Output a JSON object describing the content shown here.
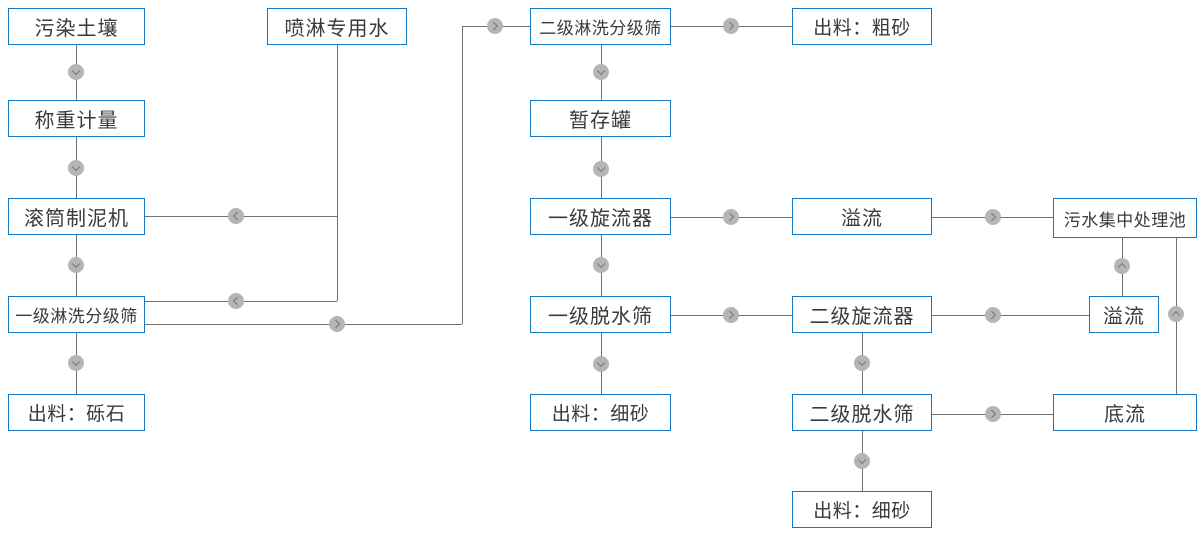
{
  "colors": {
    "node_border": "#1779c4",
    "node_text": "#3a3a3a",
    "connector_line": "#707070",
    "arrow_circle_fill": "#b5b5b5",
    "arrow_chevron": "#757575",
    "background": "#ffffff"
  },
  "nodes": {
    "soil": {
      "label": "污染土壤"
    },
    "spray_water": {
      "label": "喷淋专用水"
    },
    "weighing": {
      "label": "称重计量"
    },
    "drum_mud_machine": {
      "label": "滚筒制泥机"
    },
    "wash_screen_1": {
      "label": "一级淋洗分级筛"
    },
    "out_gravel": {
      "label": "出料：砾石"
    },
    "wash_screen_2": {
      "label": "二级淋洗分级筛"
    },
    "out_coarse_sand": {
      "label": "出料：粗砂"
    },
    "buffer_tank": {
      "label": "暂存罐"
    },
    "cyclone_1": {
      "label": "一级旋流器"
    },
    "overflow_1": {
      "label": "溢流"
    },
    "sewage_pool": {
      "label": "污水集中处理池"
    },
    "dewater_screen_1": {
      "label": "一级脱水筛"
    },
    "cyclone_2": {
      "label": "二级旋流器"
    },
    "overflow_2": {
      "label": "溢流"
    },
    "out_fine_sand_1": {
      "label": "出料：细砂"
    },
    "dewater_screen_2": {
      "label": "二级脱水筛"
    },
    "underflow": {
      "label": "底流"
    },
    "out_fine_sand_2": {
      "label": "出料：细砂"
    }
  },
  "edges": [
    {
      "from": "soil",
      "to": "weighing",
      "direction": "down"
    },
    {
      "from": "weighing",
      "to": "drum_mud_machine",
      "direction": "down"
    },
    {
      "from": "drum_mud_machine",
      "to": "wash_screen_1",
      "direction": "down"
    },
    {
      "from": "spray_water",
      "to": "drum_mud_machine",
      "direction": "left"
    },
    {
      "from": "spray_water",
      "to": "wash_screen_1",
      "direction": "left"
    },
    {
      "from": "wash_screen_1",
      "to": "out_gravel",
      "direction": "down"
    },
    {
      "from": "wash_screen_1",
      "to": "wash_screen_2",
      "direction": "right"
    },
    {
      "from": "wash_screen_2",
      "to": "out_coarse_sand",
      "direction": "right"
    },
    {
      "from": "wash_screen_2",
      "to": "buffer_tank",
      "direction": "down"
    },
    {
      "from": "buffer_tank",
      "to": "cyclone_1",
      "direction": "down"
    },
    {
      "from": "cyclone_1",
      "to": "overflow_1",
      "direction": "right"
    },
    {
      "from": "overflow_1",
      "to": "sewage_pool",
      "direction": "right"
    },
    {
      "from": "cyclone_1",
      "to": "dewater_screen_1",
      "direction": "down"
    },
    {
      "from": "dewater_screen_1",
      "to": "cyclone_2",
      "direction": "right"
    },
    {
      "from": "dewater_screen_1",
      "to": "out_fine_sand_1",
      "direction": "down"
    },
    {
      "from": "cyclone_2",
      "to": "overflow_2",
      "direction": "right"
    },
    {
      "from": "overflow_2",
      "to": "sewage_pool",
      "direction": "up"
    },
    {
      "from": "cyclone_2",
      "to": "dewater_screen_2",
      "direction": "down"
    },
    {
      "from": "dewater_screen_2",
      "to": "underflow",
      "direction": "right"
    },
    {
      "from": "dewater_screen_2",
      "to": "out_fine_sand_2",
      "direction": "down"
    },
    {
      "from": "underflow",
      "to": "sewage_pool",
      "direction": "up"
    }
  ]
}
